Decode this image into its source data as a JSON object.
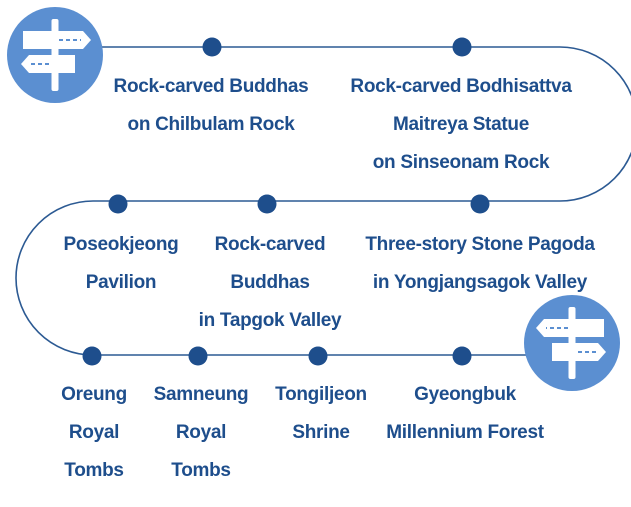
{
  "route": {
    "line_color": "#2c5a93",
    "dot_color": "#1e4e8c",
    "badge_fill": "#5b8fd1",
    "sign_color": "#ffffff",
    "start_icon": "signpost-icon",
    "end_icon": "signpost-icon"
  },
  "stops": [
    {
      "id": "chilbulam",
      "lines": [
        "Rock-carved Buddhas",
        "on Chilbulam Rock"
      ]
    },
    {
      "id": "sinseonam",
      "lines": [
        "Rock-carved Bodhisattva",
        "Maitreya Statue",
        "on Sinseonam Rock"
      ]
    },
    {
      "id": "yongjangsagok",
      "lines": [
        "Three-story Stone Pagoda",
        "in Yongjangsagok Valley"
      ]
    },
    {
      "id": "tapgok",
      "lines": [
        "Rock-carved",
        "Buddhas",
        "in Tapgok Valley"
      ]
    },
    {
      "id": "poseokjeong",
      "lines": [
        "Poseokjeong",
        "Pavilion"
      ]
    },
    {
      "id": "oreung",
      "lines": [
        "Oreung",
        "Royal",
        "Tombs"
      ]
    },
    {
      "id": "samneung",
      "lines": [
        "Samneung",
        "Royal",
        "Tombs"
      ]
    },
    {
      "id": "tongiljeon",
      "lines": [
        "Tongiljeon",
        "Shrine"
      ]
    },
    {
      "id": "gyeongbuk",
      "lines": [
        "Gyeongbuk",
        "Millennium Forest"
      ]
    }
  ]
}
